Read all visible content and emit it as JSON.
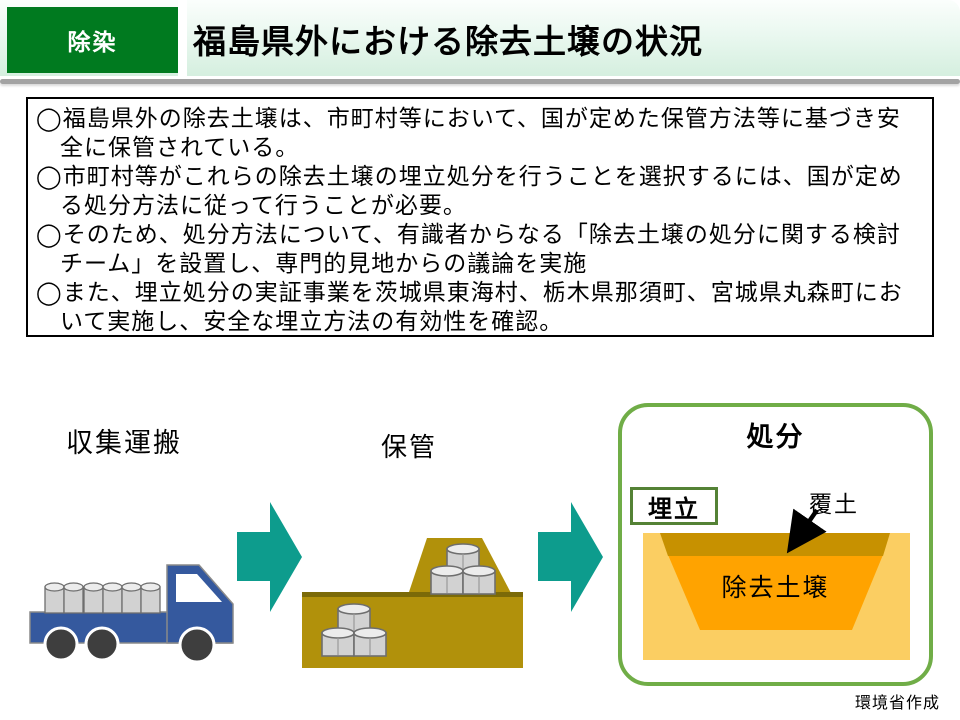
{
  "header": {
    "badge_label": "除染",
    "title": "福島県外における除去土壌の状況"
  },
  "summary": {
    "bullets": [
      {
        "l1": "◯福島県外の除去土壌は、市町村等において、国が定めた保管方法等に基づき安",
        "l2": "全に保管されている。"
      },
      {
        "l1": "◯市町村等がこれらの除去土壌の埋立処分を行うことを選択するには、国が定め",
        "l2": "る処分方法に従って行うことが必要。"
      },
      {
        "l1": "◯そのため、処分方法について、有識者からなる「除去土壌の処分に関する検討",
        "l2": "チーム」を設置し、専門的見地からの議論を実施"
      },
      {
        "l1": "◯また、埋立処分の実証事業を茨城県東海村、栃木県那須町、宮城県丸森町にお",
        "l2": "いて実施し、安全な埋立方法の有効性を確認。"
      }
    ]
  },
  "process": {
    "step1_label": "収集運搬",
    "step2_label": "保管",
    "disposal": {
      "title": "処分",
      "method_badge": "埋立",
      "cover_soil_label": "覆土",
      "removed_soil_label": "除去土壌"
    },
    "icons": {
      "step1": "truck-with-drums-icon",
      "step2": "soil-mound-with-drums-icon",
      "flow": "flow-arrow-icon",
      "cover_pointer": "down-left-arrow-icon"
    }
  },
  "footer": {
    "credit": "環境省作成"
  },
  "colors": {
    "badge_green": "#007A1F",
    "flow_arrow_teal": "#0D9C8D",
    "disposal_border_green": "#70AD47",
    "landfill_badge_border": "#548235",
    "truck_blue": "#35599E",
    "wheel_gray": "#3E3E3E",
    "drum_gray": "#D2D2D2",
    "storage_soil": "#B1910B",
    "storage_soil_edge": "#7B6A08",
    "cover_soil": "#C79100",
    "removed_soil_orange": "#FFA300",
    "ground_pale_yellow": "#FBCE62"
  }
}
